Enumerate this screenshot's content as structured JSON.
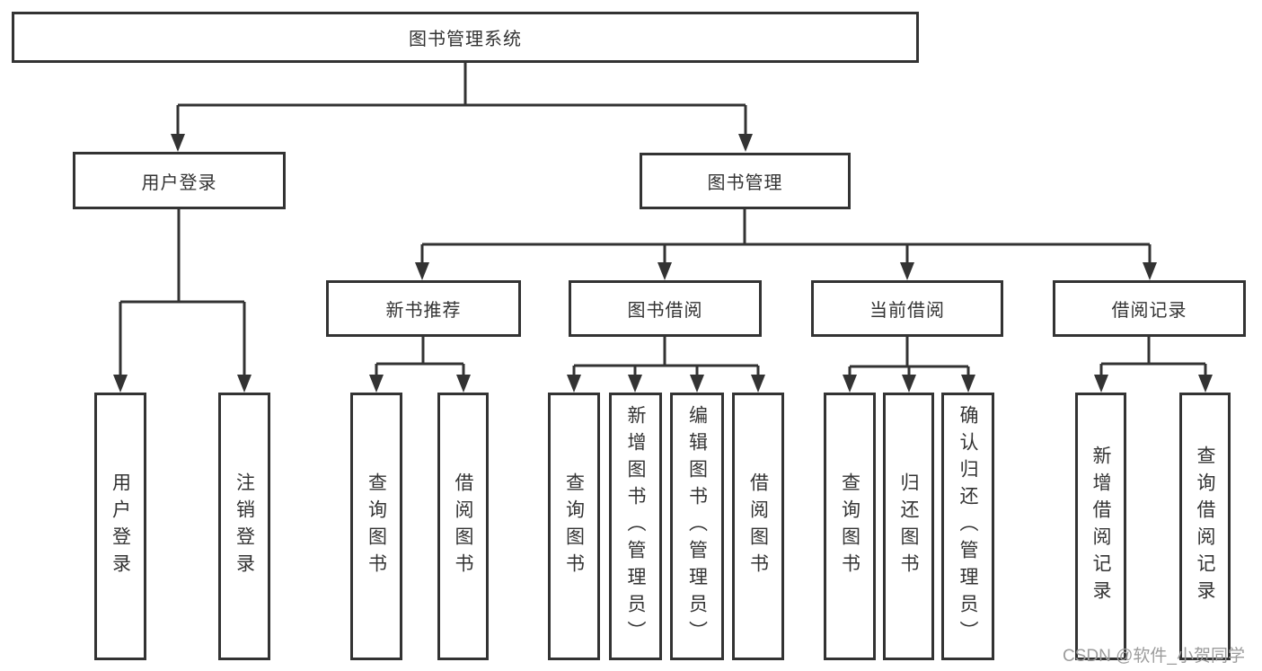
{
  "diagram": {
    "root": {
      "label": "图书管理系统"
    },
    "level2": {
      "user_login": "用户登录",
      "book_management": "图书管理"
    },
    "level3": {
      "new_book_recommend": "新书推荐",
      "book_borrow": "图书借阅",
      "current_borrow": "当前借阅",
      "borrow_records": "借阅记录"
    },
    "leaves": {
      "login": [
        "用户登录",
        "注销登录"
      ],
      "recommend": [
        "查询图书",
        "借阅图书"
      ],
      "borrow": [
        "查询图书",
        "新增图书（管理员）",
        "编辑图书（管理员）",
        "借阅图书"
      ],
      "current": [
        "查询图书",
        "归还图书",
        "确认归还（管理员）"
      ],
      "records": [
        "新增借阅记录",
        "查询借阅记录"
      ]
    }
  },
  "watermark": {
    "text": "CSDN @软件_小贺同学"
  },
  "colors": {
    "line": "#333333",
    "text": "#333333",
    "watermark": "#9c9c9c",
    "background": "#ffffff"
  }
}
